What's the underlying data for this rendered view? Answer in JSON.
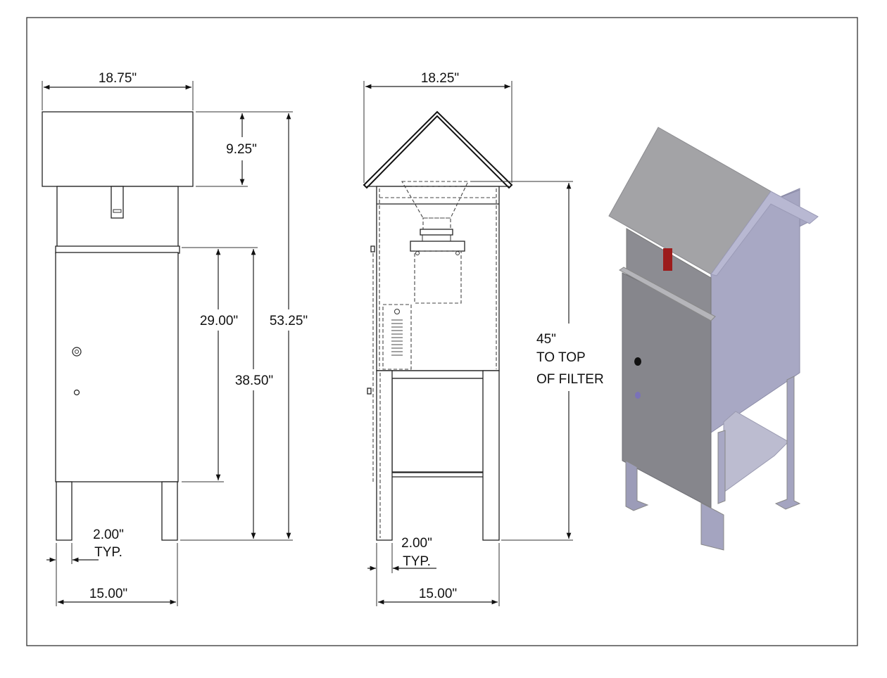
{
  "front_view": {
    "width_top": "18.75\"",
    "roof_height": "9.25\"",
    "door_height": "29.00\"",
    "cabinet_height": "38.50\"",
    "total_height": "53.25\"",
    "leg_width": "2.00\"",
    "leg_width_note": "TYP.",
    "base_width": "15.00\""
  },
  "side_view": {
    "width_top": "18.25\"",
    "filter_height_value": "45\"",
    "filter_height_line1": "TO TOP",
    "filter_height_line2": "OF FILTER",
    "leg_width": "2.00\"",
    "leg_width_note": "TYP.",
    "base_width": "15.00\""
  },
  "colors": {
    "iso_roof": "#a3a3a6",
    "iso_front": "#8c8c92",
    "iso_side": "#a8a8c4",
    "iso_accent": "#9c1c1c"
  }
}
